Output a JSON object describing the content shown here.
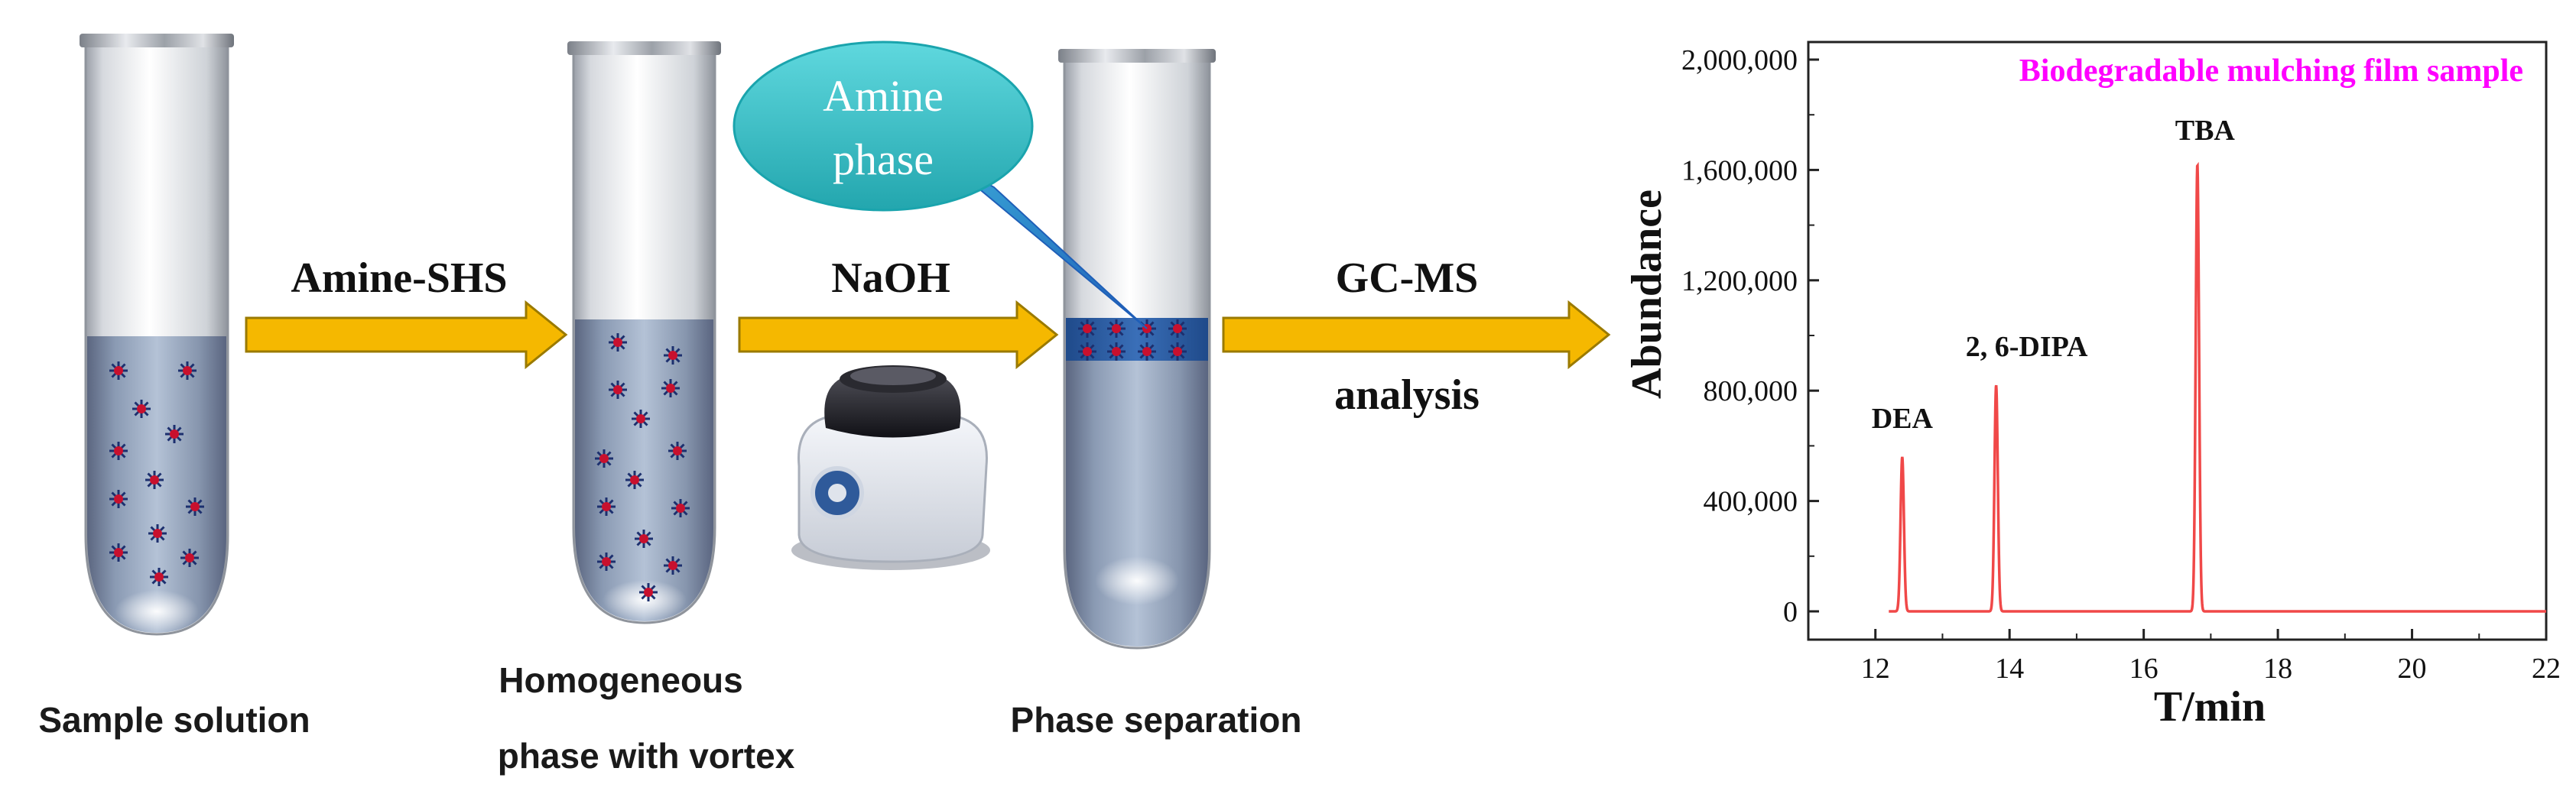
{
  "workflow": {
    "step1_label": "Sample solution",
    "step2_label_line1": "Homogeneous",
    "step2_label_line2": "phase with vortex",
    "step3_label": "Phase separation",
    "arrow1_label": "Amine-SHS",
    "arrow2_label": "NaOH",
    "arrow3_label_line1": "GC-MS",
    "arrow3_label_line2": "analysis",
    "callout_line1": "Amine",
    "callout_line2": "phase",
    "colors": {
      "arrow_fill": "#f5b800",
      "arrow_stroke": "#9a7a00",
      "callout_fill": "#3fc4cb",
      "solution": "#7d8ea8",
      "amine_phase": "#2e5ea6",
      "particle_core": "#c8102e",
      "particle_ray": "#1c2f6e"
    }
  },
  "chart_data": {
    "type": "line",
    "title": "Biodegradable mulching film sample",
    "xlabel": "T/min",
    "ylabel": "Abundance",
    "xlim": [
      11,
      22
    ],
    "ylim": [
      0,
      2000000
    ],
    "xticks": [
      "12",
      "14",
      "16",
      "18",
      "20",
      "22"
    ],
    "yticks": [
      "0",
      "400,000",
      "800,000",
      "1,200,000",
      "1,600,000",
      "2,000,000"
    ],
    "x_start": 12.2,
    "x_end": 22,
    "baseline": 0,
    "peak_width": 0.025,
    "peaks": [
      {
        "name": "DEA",
        "x": 12.4,
        "y": 560000
      },
      {
        "name": "2, 6-DIPA",
        "x": 13.8,
        "y": 820000
      },
      {
        "name": "TBA",
        "x": 16.8,
        "y": 1620000
      }
    ],
    "grid": false,
    "colors": {
      "line": "#f04848",
      "title": "#ff00ff"
    }
  }
}
